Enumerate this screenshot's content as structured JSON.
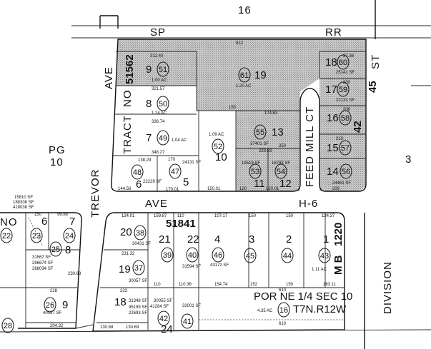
{
  "title_area": {
    "top_label": "16",
    "side_label": "3"
  },
  "colors": {
    "ink": "#111111",
    "shade": "#b9b9b9",
    "paper": "#ffffff"
  },
  "streets": {
    "sp": "SP",
    "rr": "RR",
    "trevor": "TREVOR",
    "trevor_ave": "AVE",
    "ave": "AVE",
    "h6": "H-6",
    "feed_mill_ct": "FEED MILL CT",
    "st": "ST",
    "division": "DIVISION",
    "pg": "PG",
    "pg_num": "10",
    "tract": "TRACT",
    "no": "NO",
    "no_left": "NO"
  },
  "blocks": {
    "tract_number": "51562",
    "tract_number_2": "51841",
    "tract_45": "45",
    "tract_42": "42",
    "mb": "M B",
    "mb_num": "1220",
    "section": "POR NE 1/4 SEC 10",
    "township": "T7N.R12W"
  },
  "parcels": [
    {
      "lot": "9",
      "parcel": "51",
      "area": "1.00 AC"
    },
    {
      "lot": "19",
      "parcel": "61",
      "area": "1.20 AC"
    },
    {
      "lot": "8",
      "parcel": "50",
      "area": "1.24 AC"
    },
    {
      "lot": "7",
      "parcel": "49",
      "area": "1.04 AC"
    },
    {
      "lot": "10",
      "parcel": "52",
      "area": "1.09 AC"
    },
    {
      "lot": "13",
      "parcel": "55",
      "area": "37401 SF"
    },
    {
      "lot": "11",
      "parcel": "53",
      "area": "19519 SF"
    },
    {
      "lot": "12",
      "parcel": "54",
      "area": "18783 SF"
    },
    {
      "lot": "6",
      "parcel": "48",
      "area": "22229 SF"
    },
    {
      "lot": "5",
      "parcel": "47",
      "area": "24131 SF"
    },
    {
      "lot": "18",
      "parcel": "60",
      "area": "25141 SF"
    },
    {
      "lot": "17",
      "parcel": "59",
      "area": "22133 SF"
    },
    {
      "lot": "16",
      "parcel": "58",
      "area": ""
    },
    {
      "lot": "15",
      "parcel": "57",
      "area": ""
    },
    {
      "lot": "14",
      "parcel": "56",
      "area": "24461 SF"
    },
    {
      "lot": "6",
      "parcel": "23",
      "area": ""
    },
    {
      "lot": "7",
      "parcel": "24",
      "area": ""
    },
    {
      "lot": "",
      "parcel": "22",
      "area": ""
    },
    {
      "lot": "8",
      "parcel": "25",
      "area": "31567 SF"
    },
    {
      "lot": "9",
      "parcel": "26",
      "area": "40057 SF"
    },
    {
      "lot": "",
      "parcel": "28",
      "area": ""
    },
    {
      "lot": "20",
      "parcel": "38",
      "area": "30431 SF"
    },
    {
      "lot": "21",
      "parcel": "39",
      "area": ""
    },
    {
      "lot": "22",
      "parcel": "40",
      "area": "31594 SF"
    },
    {
      "lot": "4",
      "parcel": "46",
      "area": "43172 SF"
    },
    {
      "lot": "3",
      "parcel": "45",
      "area": ""
    },
    {
      "lot": "2",
      "parcel": "44",
      "area": ""
    },
    {
      "lot": "1",
      "parcel": "43",
      "area": "1.11 AC"
    },
    {
      "lot": "19",
      "parcel": "37",
      "area": "30057 SF"
    },
    {
      "lot": "18",
      "parcel": "",
      "area": "31348 SF"
    },
    {
      "lot": "24",
      "parcel": "42",
      "area": "30055 SF"
    },
    {
      "lot": "",
      "parcel": "41",
      "area": "32001 SF"
    },
    {
      "lot": "",
      "parcel": "16",
      "area": "4.35 AC"
    }
  ],
  "dimensions": [
    "912",
    "312.40",
    "321.57",
    "336.74",
    "348.27",
    "138.29",
    "144.56",
    "170",
    "170.01",
    "150.01",
    "150",
    "174.63",
    "229.83",
    "250",
    "120",
    "120.01",
    "27.38",
    "230",
    "208",
    "210",
    "209",
    "124.01",
    "159.87",
    "110",
    "107.17",
    "150",
    "150",
    "124.37",
    "231.32",
    "110",
    "110.36",
    "154.74",
    "152",
    "150",
    "163.11",
    "228",
    "223",
    "204.32",
    "230.68",
    "610",
    "610",
    "130.68",
    "130.69",
    "150",
    "96.88"
  ],
  "areas_extra": [
    "15810 SF",
    "188308 SF",
    "418038 SF",
    "296674 SF",
    "288034 SF",
    "95199 SF",
    "22693 SF",
    "41284 SF"
  ]
}
